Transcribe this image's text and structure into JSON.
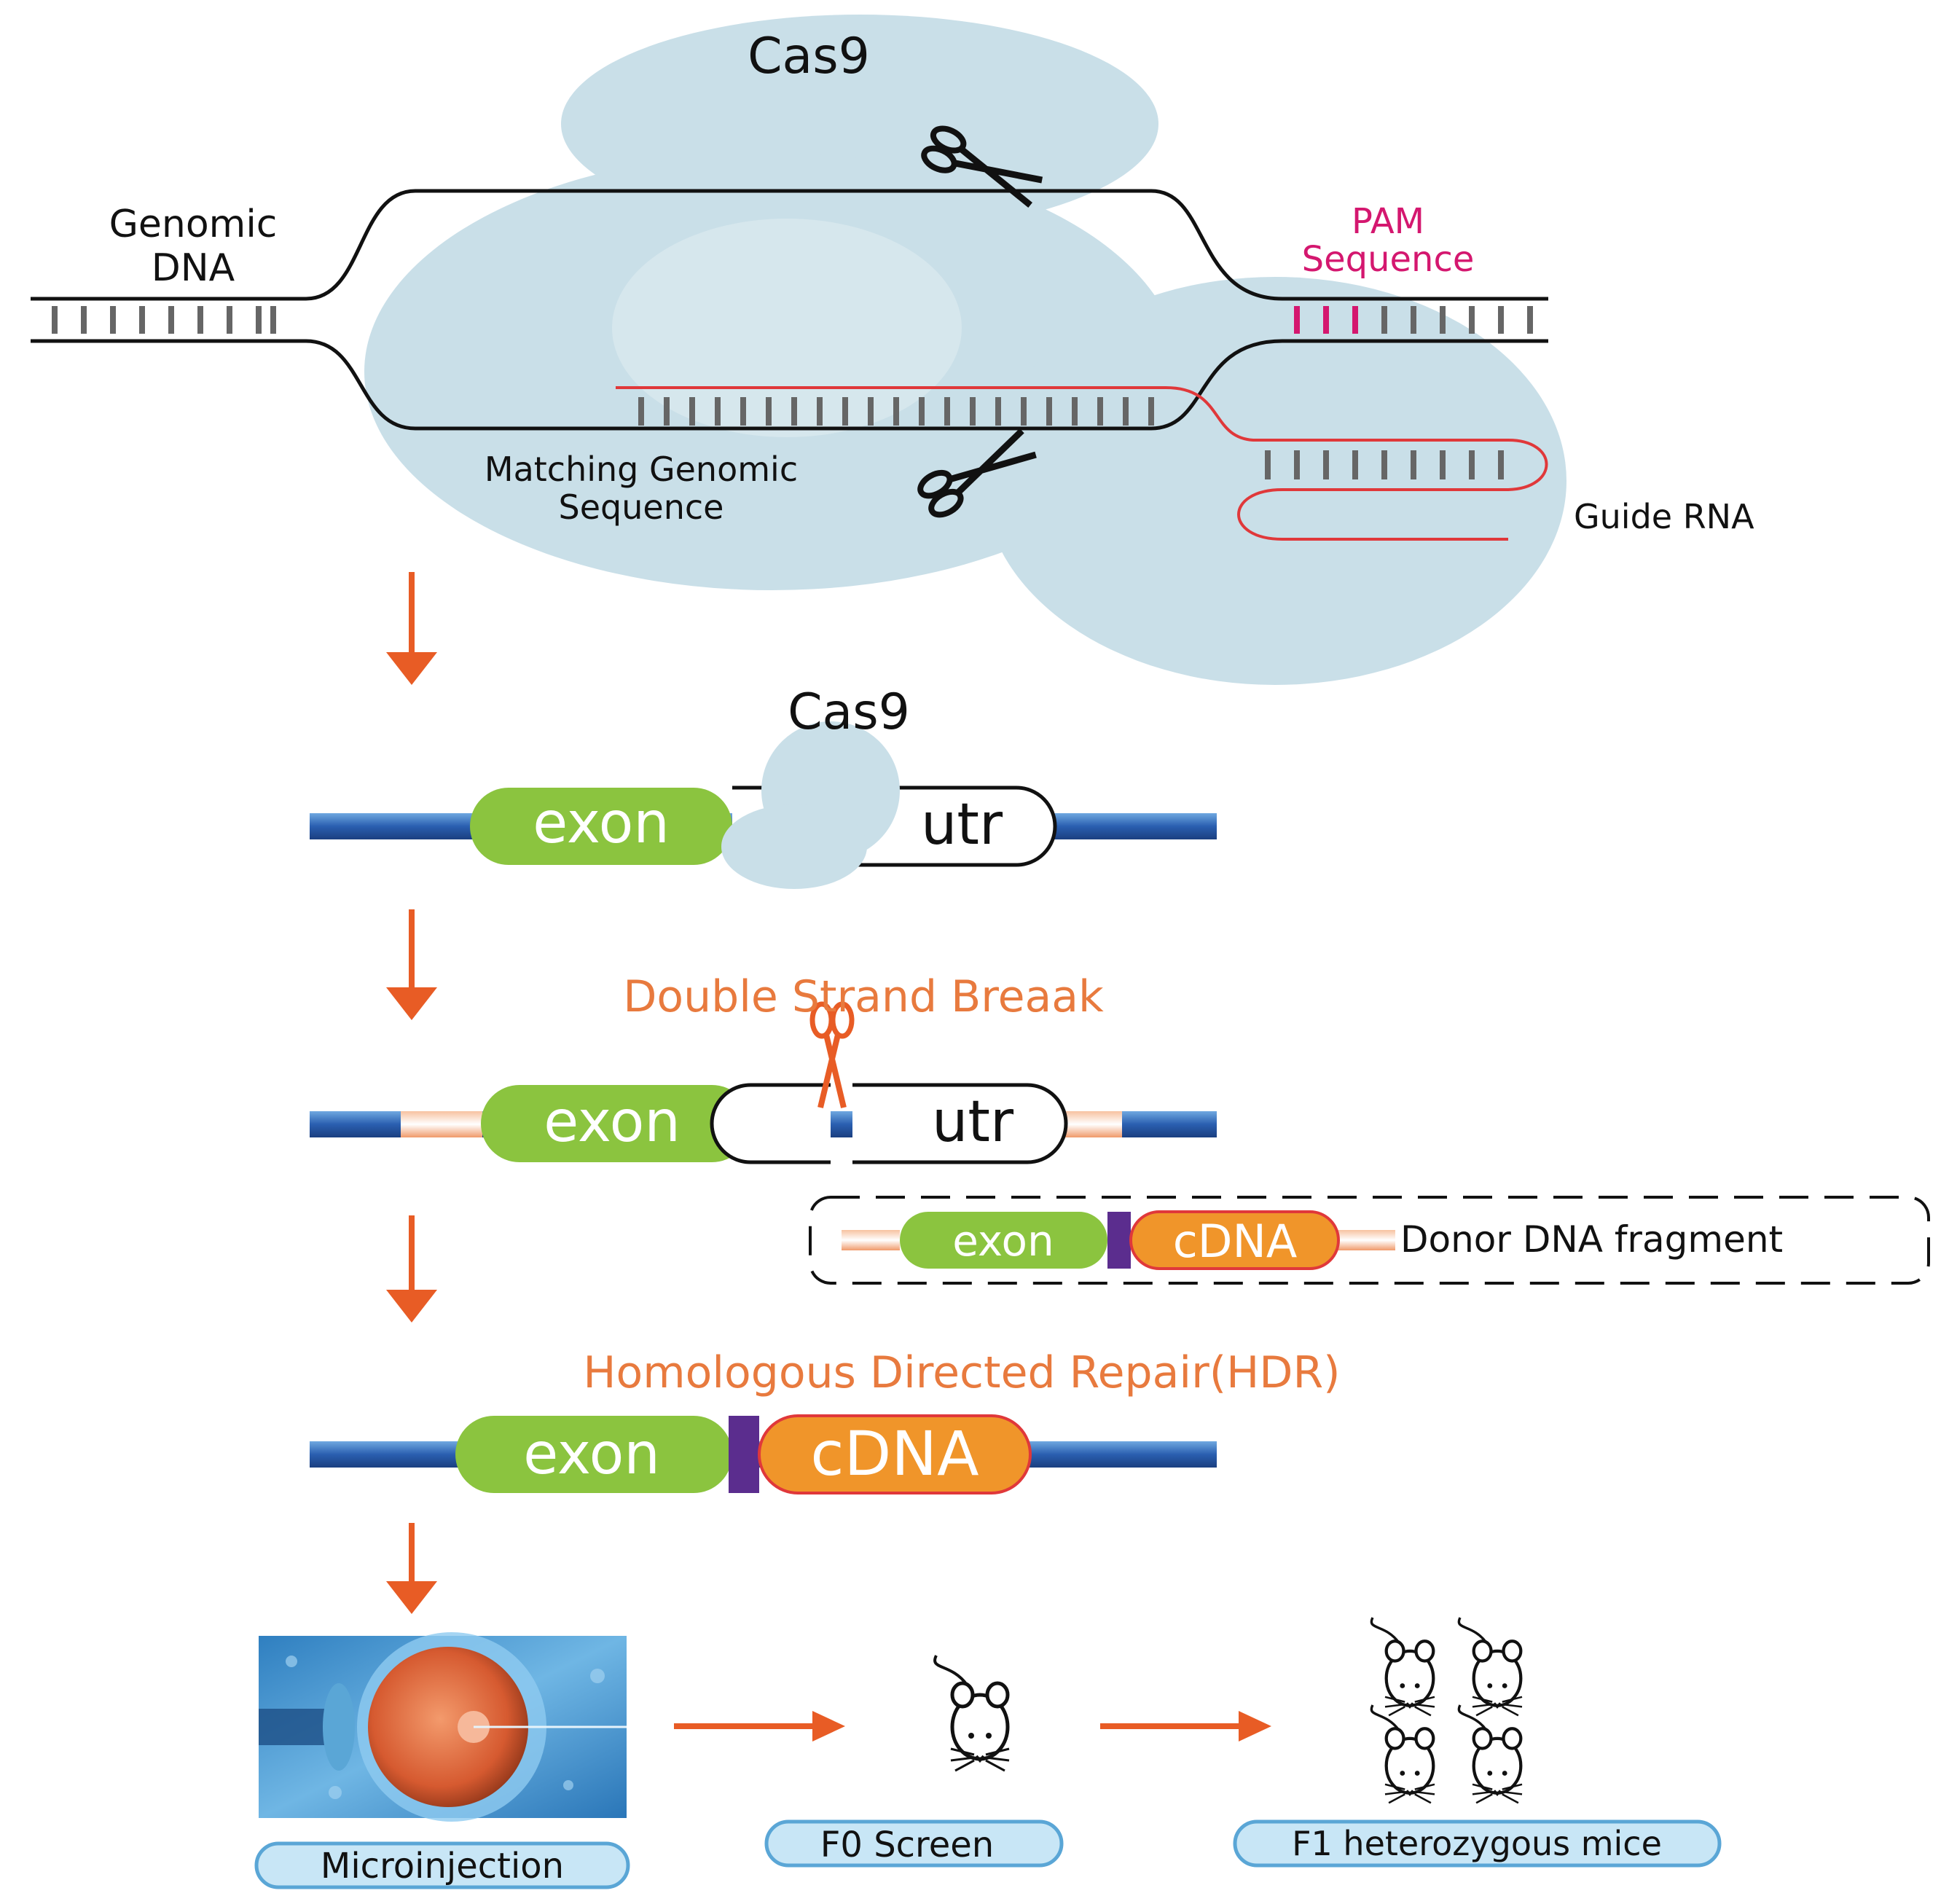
{
  "colors": {
    "cas9_blue": "#c9dfe8",
    "dna_blue": "#2a5fb0",
    "exon_green": "#8bc43f",
    "cdna_orange": "#f0952a",
    "accent_orange": "#e85c25",
    "pam_magenta": "#d4176f",
    "guide_red": "#e0383a",
    "linker_purple": "#5b2d8e",
    "label_box": "#c8e6f6",
    "label_border": "#5aa6d6"
  },
  "panel1": {
    "cas9_label": "Cas9",
    "genomic_dna_line1": "Genomic",
    "genomic_dna_line2": "DNA",
    "pam_line1": "PAM",
    "pam_line2": "Sequence",
    "matching_line1": "Matching Genomic",
    "matching_line2": "Sequence",
    "guide_rna": "Guide RNA"
  },
  "panel2": {
    "cas9_label": "Cas9",
    "exon": "exon",
    "utr": "utr"
  },
  "panel3": {
    "title": "Double Strand Breaak",
    "exon": "exon",
    "utr": "utr"
  },
  "donor": {
    "exon": "exon",
    "cdna": "cDNA",
    "label": "Donor DNA fragment"
  },
  "panel4": {
    "title": "Homologous Directed Repair(HDR)",
    "exon": "exon",
    "cdna": "cDNA"
  },
  "bottom": {
    "microinjection": "Microinjection",
    "f0_screen": "F0 Screen",
    "f1_mice": "F1 heterozygous mice",
    "icons": [
      "microinjection-photo",
      "mouse-icon",
      "mice-group-icon"
    ]
  }
}
